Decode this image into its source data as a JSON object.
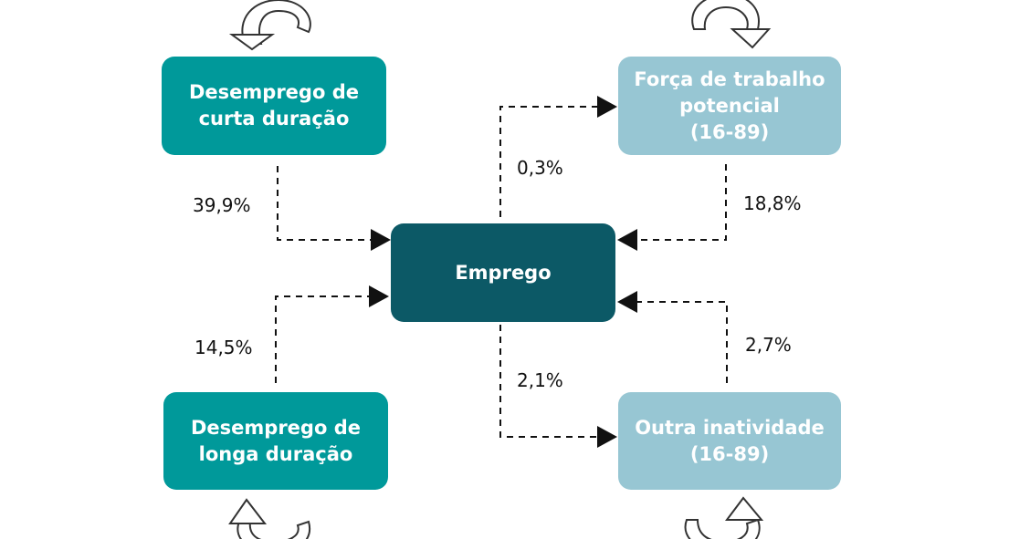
{
  "nodes": {
    "short_term": {
      "label": "Desemprego de\ncurta duração"
    },
    "potential": {
      "label": "Força de trabalho\npotencial\n(16-89)"
    },
    "employment": {
      "label": "Emprego"
    },
    "long_term": {
      "label": "Desemprego de\nlonga duração"
    },
    "other": {
      "label": "Outra inatividade\n(16-89)"
    }
  },
  "flows": {
    "short_to_emp": "39,9%",
    "emp_to_potential": "0,3%",
    "potential_to_emp": "18,8%",
    "long_to_emp": "14,5%",
    "emp_to_other": "2,1%",
    "other_to_emp": "2,7%"
  },
  "colors": {
    "teal": "#00999a",
    "light_blue": "#97c6d3",
    "dark_teal": "#0c5966"
  }
}
